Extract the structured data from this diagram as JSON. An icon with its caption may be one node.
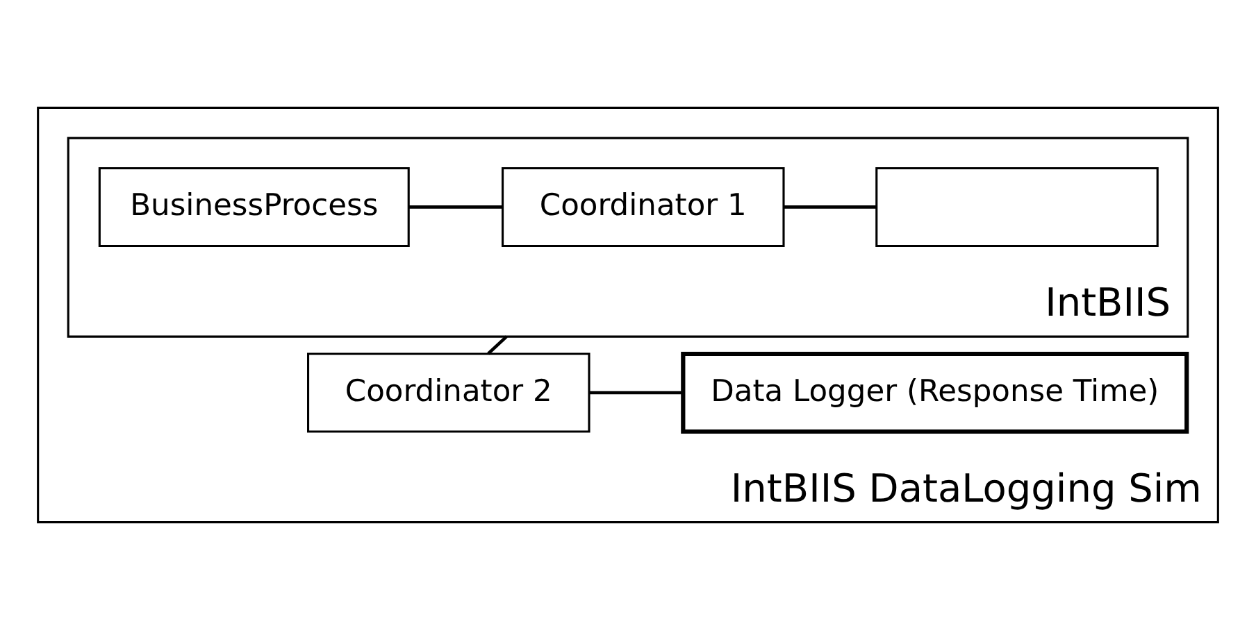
{
  "diagram": {
    "nodes": [
      {
        "text": [
          "IntBIIS DataLogging Sim"
        ]
      },
      {
        "text": [
          "IntBIIS"
        ],
        "in": 0
      },
      {
        "text": [
          "BusinessProcess"
        ],
        "in": 1
      },
      {
        "text": [
          "Coordinator 1"
        ],
        "in": 1
      },
      {
        "text": [],
        "shape": "box",
        "in": 1
      },
      {
        "text": [
          "Coordinator 2"
        ],
        "in": 0
      },
      {
        "text": [
          "Data Logger (Response Time)"
        ],
        "in": 0
      }
    ],
    "edges": [
      {
        "from": 2,
        "to": 3,
        "arrow": "none"
      },
      {
        "from": 3,
        "to": 4,
        "arrow": "none"
      },
      {
        "from": 1,
        "to": 5,
        "arrow": "none"
      },
      {
        "from": 5,
        "to": 6,
        "arrow": "none"
      }
    ]
  }
}
